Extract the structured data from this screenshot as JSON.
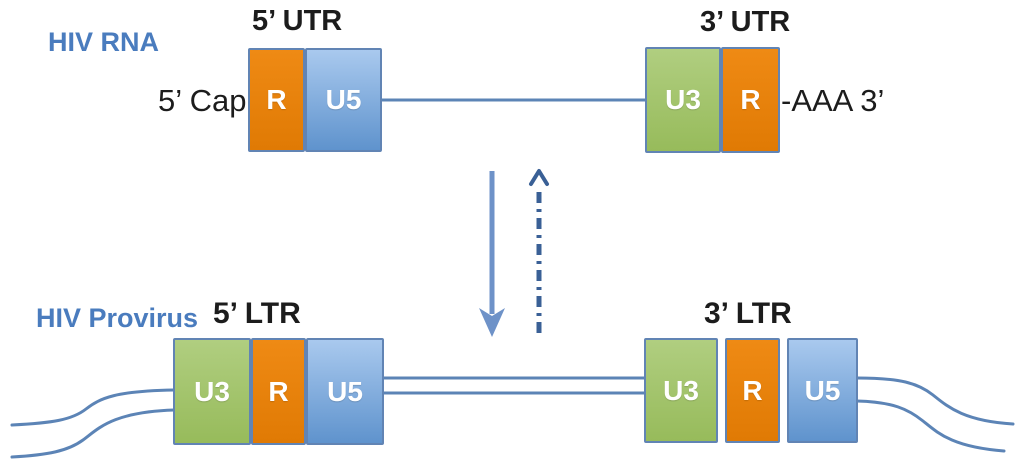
{
  "colors": {
    "box_border": "#6184B4",
    "orange_box": "#E8820D",
    "green_box": "#A2C46B",
    "blue_box": "#7FABDC",
    "connector_line": "#5C84B6",
    "solid_arrow": "#6E92C8",
    "dashed_arrow": "#3A6096",
    "heading_blue": "#4A7CBE",
    "text_black": "#1C1C1C"
  },
  "rna": {
    "row_label": "HIV RNA",
    "utr5_label": "5’ UTR",
    "utr3_label": "3’ UTR",
    "cap_label": "5’ Cap",
    "polya_label": "-AAA 3’",
    "utr5_boxes": [
      {
        "label": "R",
        "color": "orange"
      },
      {
        "label": "U5",
        "color": "blue"
      }
    ],
    "utr3_boxes": [
      {
        "label": "U3",
        "color": "green"
      },
      {
        "label": "R",
        "color": "orange"
      }
    ]
  },
  "provirus": {
    "row_label": "HIV Provirus",
    "ltr5_label": "5’ LTR",
    "ltr3_label": "3’ LTR",
    "ltr5_boxes": [
      {
        "label": "U3",
        "color": "green"
      },
      {
        "label": "R",
        "color": "orange"
      },
      {
        "label": "U5",
        "color": "blue"
      }
    ],
    "ltr3_boxes": [
      {
        "label": "U3",
        "color": "green"
      },
      {
        "label": "R",
        "color": "orange"
      },
      {
        "label": "U5",
        "color": "blue"
      }
    ]
  },
  "arrows": {
    "down_style": "solid",
    "up_style": "dash-dot"
  }
}
